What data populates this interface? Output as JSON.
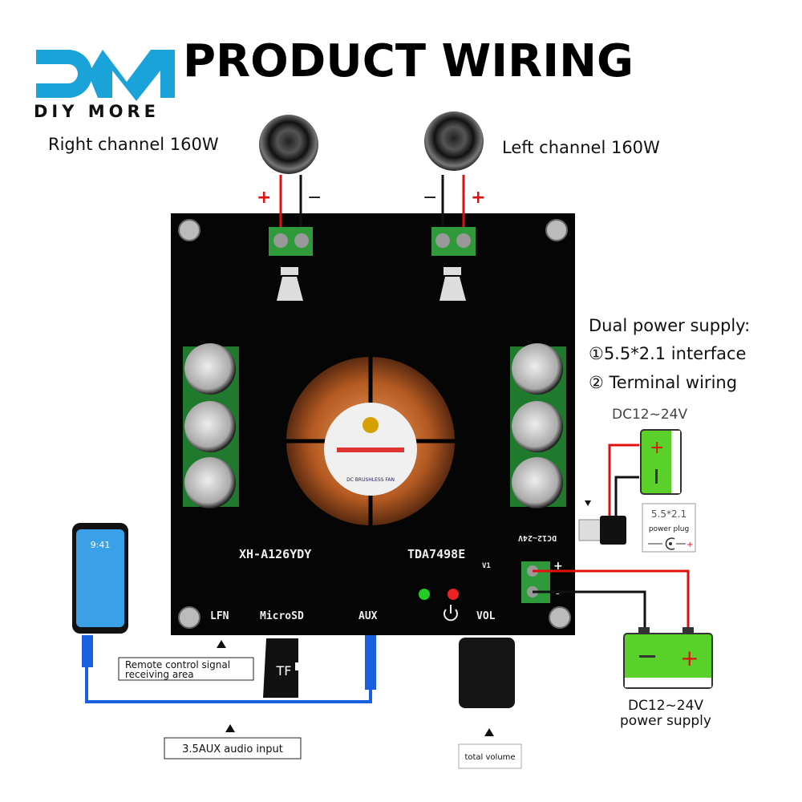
{
  "brand": {
    "logo_letters": "DM",
    "logo_text": "DIY MORE",
    "color": "#1aa3d9"
  },
  "title": "PRODUCT WIRING",
  "speakers": {
    "right_label": "Right channel 160W",
    "left_label": "Left channel 160W",
    "plus": "+",
    "minus": "−"
  },
  "board": {
    "model": "XH-A126YDY",
    "chip": "TDA7498E",
    "version": "V1",
    "power_label": "DC12~24V",
    "labels": {
      "lfn": "LFN",
      "microsd": "MicroSD",
      "aux": "AUX",
      "vol": "VOL"
    },
    "fan_text": "DC BRUSHLESS FAN",
    "terminal_plus": "+",
    "terminal_minus": "-"
  },
  "power": {
    "heading": "Dual power supply:",
    "option1": "①5.5*2.1 interface",
    "option2": "② Terminal wiring",
    "top_voltage": "DC12~24V",
    "plug_size": "5.5*2.1",
    "plug_label": "power plug",
    "bottom_voltage": "DC12~24V",
    "bottom_label": "power supply",
    "battery_plus": "+",
    "battery_minus": "−"
  },
  "phone": {
    "time": "9:41"
  },
  "tf_card": "TF",
  "callouts": {
    "remote_line1": "Remote control signal",
    "remote_line2": "receiving area",
    "aux_input": "3.5AUX audio input",
    "total_volume": "total volume"
  },
  "colors": {
    "wire_red": "#e01010",
    "wire_black": "#111111",
    "terminal_green": "#2f9a3a",
    "battery_green": "#5ad12a",
    "cable_blue": "#1a5fe0",
    "fan_orange": "#c8692a"
  }
}
